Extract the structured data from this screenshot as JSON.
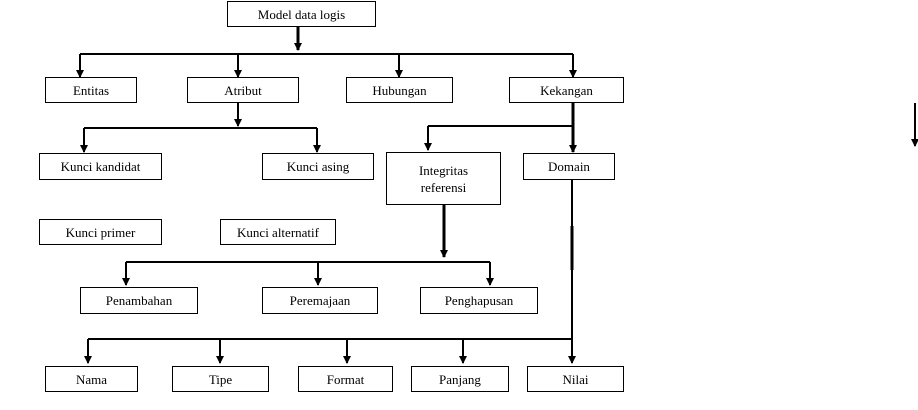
{
  "diagram": {
    "nodes": {
      "root": "Model data logis",
      "entitas": "Entitas",
      "atribut": "Atribut",
      "hubungan": "Hubungan",
      "kekangan": "Kekangan",
      "kunci_kandidat": "Kunci kandidat",
      "kunci_asing": "Kunci asing",
      "integritas_referensi": "Integritas referensi",
      "domain": "Domain",
      "kunci_primer": "Kunci primer",
      "kunci_alternatif": "Kunci alternatif",
      "penambahan": "Penambahan",
      "peremajaan": "Peremajaan",
      "penghapusan": "Penghapusan",
      "nama": "Nama",
      "tipe": "Tipe",
      "format": "Format",
      "panjang": "Panjang",
      "nilai": "Nilai"
    },
    "colors": {
      "line": "#000000",
      "box_border": "#000000",
      "background": "#ffffff"
    }
  }
}
